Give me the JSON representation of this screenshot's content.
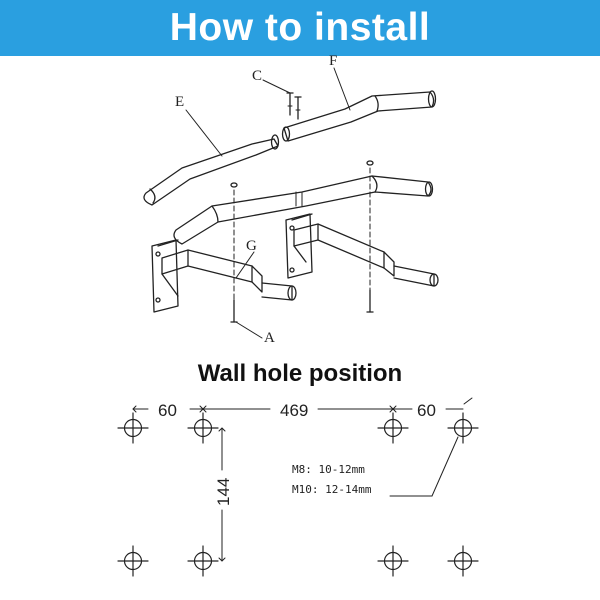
{
  "header": {
    "title": "How to install",
    "bg_color": "#2a9fe0"
  },
  "assembly": {
    "labels": {
      "a": "A",
      "c": "C",
      "e": "E",
      "f": "F",
      "g": "G"
    }
  },
  "wall_holes": {
    "title": "Wall hole position",
    "dims": {
      "left": "60",
      "middle": "469",
      "right": "60",
      "vertical": "144"
    },
    "specs": [
      "M8: 10-12mm",
      "M10: 12-14mm"
    ]
  }
}
